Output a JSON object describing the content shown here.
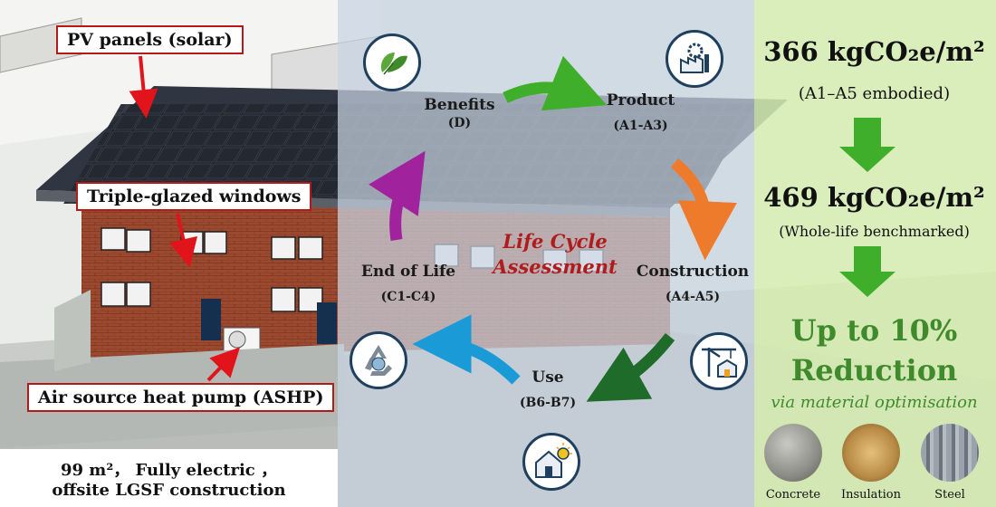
{
  "left_panel": {
    "callouts": {
      "pv": "PV panels (solar)",
      "windows": "Triple-glazed windows",
      "ashp": "Air source heat pump (ASHP)"
    },
    "caption_line1": "99 m²， Fully electric ，",
    "caption_line2": "offsite LGSF construction"
  },
  "lca_cycle": {
    "center_line1": "Life Cycle",
    "center_line2": "Assessment",
    "stages": {
      "benefits": {
        "name": "Benefits",
        "code": "(D)",
        "icon": "leaf-icon"
      },
      "product": {
        "name": "Product",
        "code": "(A1-A3)",
        "icon": "factory-gear-icon"
      },
      "construction": {
        "name": "Construction",
        "code": "(A4-A5)",
        "icon": "crane-icon"
      },
      "use": {
        "name": "Use",
        "code": "(B6-B7)",
        "icon": "house-bulb-icon"
      },
      "end_of_life": {
        "name": "End of Life",
        "code": "(C1-C4)",
        "icon": "recycle-icon"
      }
    }
  },
  "results": {
    "embodied_value": "366 kgCO₂e/m²",
    "embodied_label": "(A1–A5 embodied)",
    "wholelife_value": "469 kgCO₂e/m²",
    "wholelife_label": "(Whole-life benchmarked)",
    "reduction_line1": "Up to 10%",
    "reduction_line2": "Reduction",
    "reduction_note": "via material optimisation",
    "materials": [
      "Concrete",
      "Insulation",
      "Steel"
    ]
  },
  "colors": {
    "callout_red": "#e0141a",
    "arrow_green": "#3fae2a",
    "arrow_orange": "#ee7a2c",
    "arrow_darkgreen": "#1e6b2a",
    "arrow_blue": "#1a9ad6",
    "arrow_purple": "#a0229c",
    "reduction_green": "#3f8b2c",
    "center_red": "#b01c1c"
  }
}
